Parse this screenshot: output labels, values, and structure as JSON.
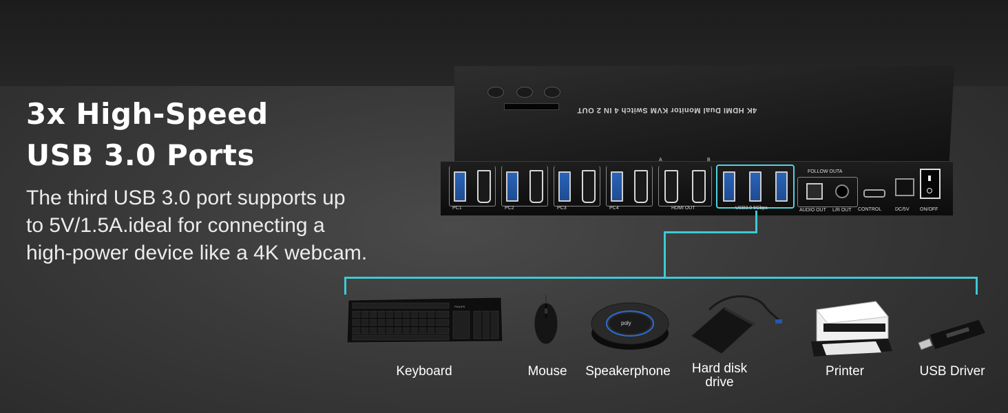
{
  "headline": {
    "line1": "3x High-Speed",
    "line2": "USB 3.0 Ports"
  },
  "description": {
    "line1": "The third USB 3.0 port supports up",
    "line2": "to 5V/1.5A.ideal for connecting a",
    "line3": "high-power device like a 4K webcam."
  },
  "device": {
    "title": "4K HDMI Dual Monitor KVM Switch 4 IN 2 OUT",
    "ports": {
      "pc1": "PC1",
      "pc2": "PC2",
      "pc3": "PC3",
      "pc4": "PC4",
      "a": "A",
      "b": "B",
      "hdmi_out": "HDMI OUT",
      "usb": "USB3.0 5Gbps",
      "follow": "FOLLOW OUTA",
      "audio_out": "AUDIO OUT",
      "lr_out": "L/R OUT",
      "control": "CONTROL",
      "dc": "DC/5V",
      "power": "ON/OFF"
    },
    "brands": {
      "speaker": "poly",
      "keyboard": "PHILIPS"
    }
  },
  "accessories": [
    {
      "label": "Keyboard"
    },
    {
      "label": "Mouse"
    },
    {
      "label": "Speakerphone"
    },
    {
      "label": "Hard disk",
      "label2": "drive"
    },
    {
      "label": "Printer"
    },
    {
      "label": "USB Driver"
    }
  ],
  "colors": {
    "accent": "#3ec9d6",
    "usb_blue": "#2a63b8",
    "background": "#3a3a3a"
  }
}
